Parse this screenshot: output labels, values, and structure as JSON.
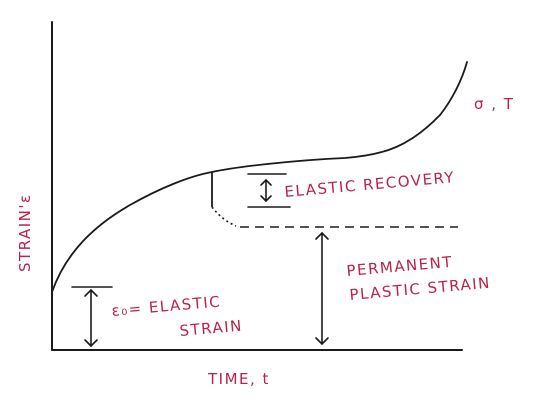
{
  "labels": {
    "y_axis": "STRAIN'ε",
    "x_axis": "TIME, t",
    "curve_condition": "σ , T",
    "elastic_recovery": "ELASTIC RECOVERY",
    "elastic_strain_line1": "ε₀= ELASTIC",
    "elastic_strain_line2": "STRAIN",
    "permanent_line1": "PERMANENT",
    "permanent_line2": "PLASTIC STRAIN"
  },
  "colors": {
    "ink": "#1a1a1a",
    "label": "#b8234a",
    "background": "#ffffff"
  }
}
